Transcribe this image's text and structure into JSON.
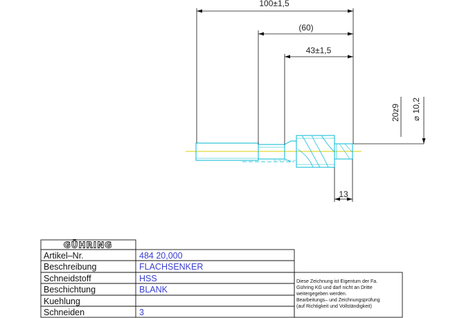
{
  "dimensions": {
    "overall_length": "100±1,5",
    "reference_length": "(60)",
    "flute_length": "43±1,5",
    "shank_tolerance": "20z9",
    "diameter": "⌀ 10,2",
    "tip_length": "13"
  },
  "title_block": {
    "logo": "GÜHRING",
    "rows": [
      {
        "label": "Artikel–Nr.",
        "value": "484  20,000"
      },
      {
        "label": "Beschreibung",
        "value": "FLACHSENKER"
      },
      {
        "label": "Schneidstoff",
        "value": "HSS"
      },
      {
        "label": "Beschichtung",
        "value": "BLANK"
      },
      {
        "label": "Kuehlung",
        "value": ""
      },
      {
        "label": "Schneiden",
        "value": "3"
      }
    ]
  },
  "notice": {
    "lines": [
      "Diese Zeichnung ist Eigentum der Fa.",
      "Gühring KG und darf nicht an Dritte",
      "weitergegeben werden.",
      "Bearbeitungs– und Zeichnungsprüfung",
      "(auf Richtigkeit und Vollständigkeit)"
    ]
  },
  "colors": {
    "outline": "#00b8d4",
    "centerline": "#d8d000",
    "dimension": "#111111",
    "value_text": "#3a3fd0"
  }
}
